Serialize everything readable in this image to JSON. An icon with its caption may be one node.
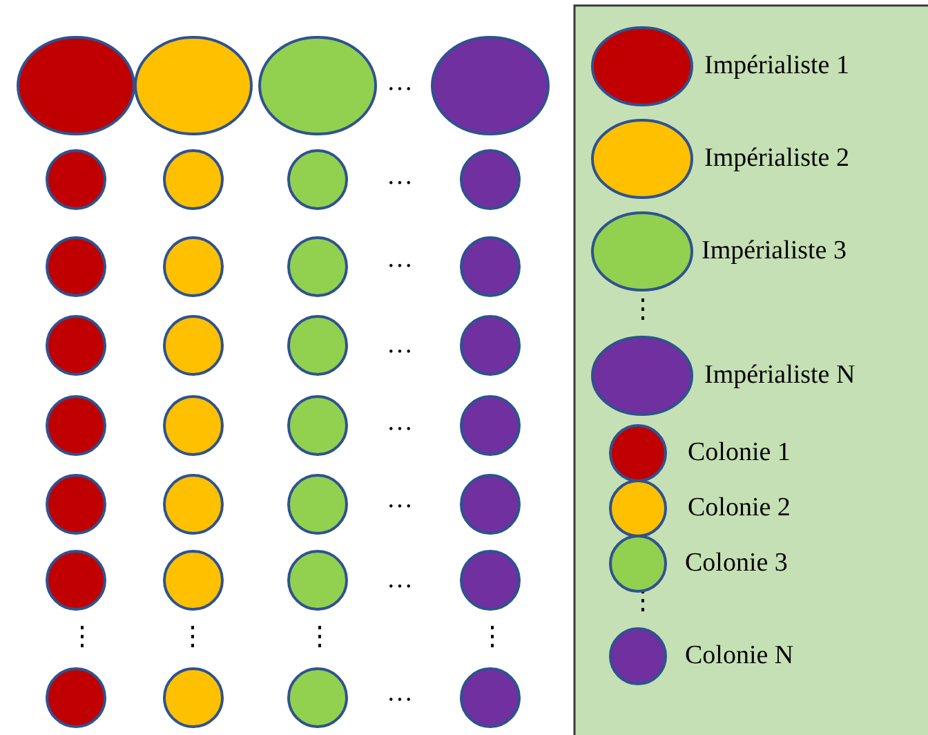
{
  "diagram": {
    "labels": [
      "…",
      "…",
      "…",
      "…",
      "…",
      "…",
      "…",
      "⋮",
      "⋮",
      "⋮",
      "⋮",
      "…",
      "⋮",
      "⋮"
    ],
    "legend": [
      {
        "text": "Impérialiste 1",
        "color": "#c00000"
      },
      {
        "text": "Impérialiste 2",
        "color": "#ffc000"
      },
      {
        "text": "Impérialiste 3",
        "color": "#92d050"
      },
      {
        "text": "Impérialiste N",
        "color": "#7030a0"
      },
      {
        "text": "Colonie 1",
        "color": "#c00000"
      },
      {
        "text": "Colonie 2",
        "color": "#ffc000"
      },
      {
        "text": "Colonie 3",
        "color": "#92d050"
      },
      {
        "text": "Colonie N",
        "color": "#7030a0"
      }
    ]
  }
}
